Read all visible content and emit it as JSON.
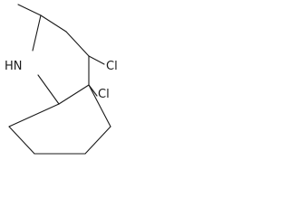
{
  "molecule": {
    "atom_labels": {
      "nh": "HN",
      "cl_upper": "Cl",
      "cl_lower": "Cl"
    }
  }
}
